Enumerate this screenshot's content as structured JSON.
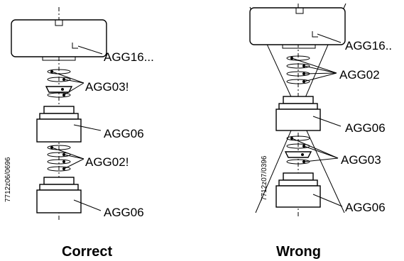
{
  "correct": {
    "labels": {
      "top_cover": "AGG16...",
      "seals_1": "AGG03!",
      "housing_1": "AGG06",
      "seals_2": "AGG02!",
      "housing_2": "AGG06"
    },
    "code": "7712z06/0696",
    "caption": "Correct"
  },
  "wrong": {
    "labels": {
      "top_cover": "AGG16..",
      "seals_1": "AGG02",
      "housing_1": "AGG06",
      "seals_2": "AGG03",
      "housing_2": "AGG06"
    },
    "code": "7712z07/0396",
    "caption": "Wrong"
  },
  "colors": {
    "line": "#000000",
    "background": "#ffffff"
  }
}
